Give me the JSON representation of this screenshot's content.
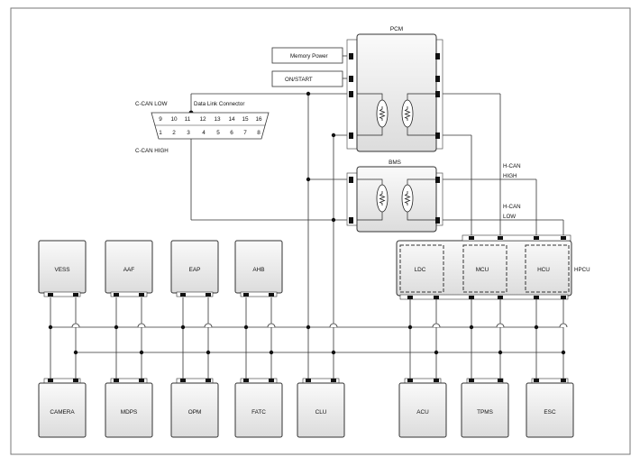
{
  "diagram": {
    "modules": {
      "pcm": "PCM",
      "bms": "BMS",
      "vess": "VESS",
      "aaf": "AAF",
      "eap": "EAP",
      "ahb": "AHB",
      "camera": "CAMERA",
      "mdps": "MDPS",
      "opm": "OPM",
      "fatc": "FATC",
      "clu": "CLU",
      "acu": "ACU",
      "tpms": "TPMS",
      "esc": "ESC",
      "ldc": "LDC",
      "mcu": "MCU",
      "hcu": "HCU",
      "hpcu": "HPCU"
    },
    "inputs": {
      "memory_power": "Memory Power",
      "on_start": "ON/START"
    },
    "dlc": {
      "title": "Data Link Connector",
      "c_can_low": "C-CAN LOW",
      "c_can_high": "C-CAN HIGH",
      "top_pins": [
        "9",
        "10",
        "11",
        "12",
        "13",
        "14",
        "15",
        "16"
      ],
      "bottom_pins": [
        "1",
        "2",
        "3",
        "4",
        "5",
        "6",
        "7",
        "8"
      ]
    },
    "h_can": {
      "high_line1": "H-CAN",
      "high_line2": "HIGH",
      "low_line1": "H-CAN",
      "low_line2": "LOW"
    }
  }
}
